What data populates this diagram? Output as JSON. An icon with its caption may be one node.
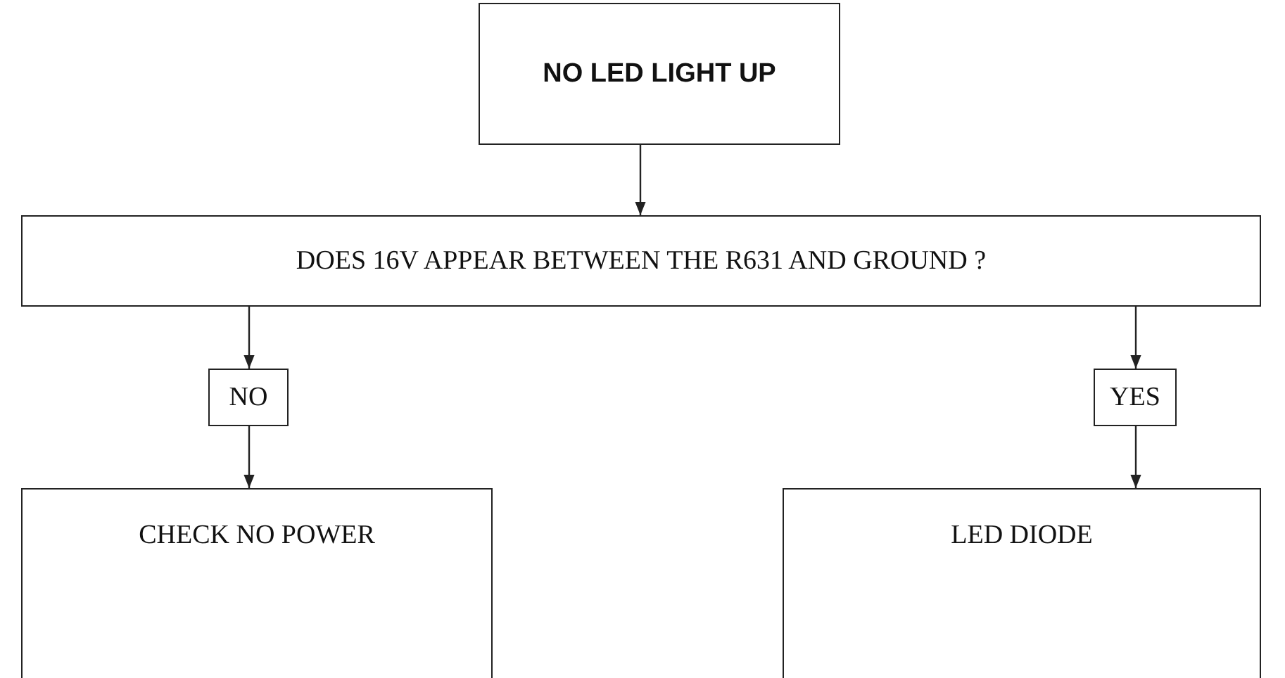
{
  "diagram": {
    "nodes": [
      {
        "text": [
          "NO LED LIGHT UP"
        ]
      },
      {
        "text": [
          "DOES 16V APPEAR BETWEEN THE R631 AND GROUND ?"
        ]
      },
      {
        "text": [
          "NO"
        ]
      },
      {
        "text": [
          "YES"
        ]
      },
      {
        "text": [
          "CHECK NO POWER"
        ]
      },
      {
        "text": [
          "LED DIODE"
        ]
      }
    ],
    "edges": [
      {
        "from": 0,
        "to": 1,
        "arrow": "to"
      },
      {
        "from": 1,
        "to": 2,
        "arrow": "to"
      },
      {
        "from": 1,
        "to": 3,
        "arrow": "to"
      },
      {
        "from": 2,
        "to": 4,
        "arrow": "to"
      },
      {
        "from": 3,
        "to": 5,
        "arrow": "to"
      }
    ]
  }
}
